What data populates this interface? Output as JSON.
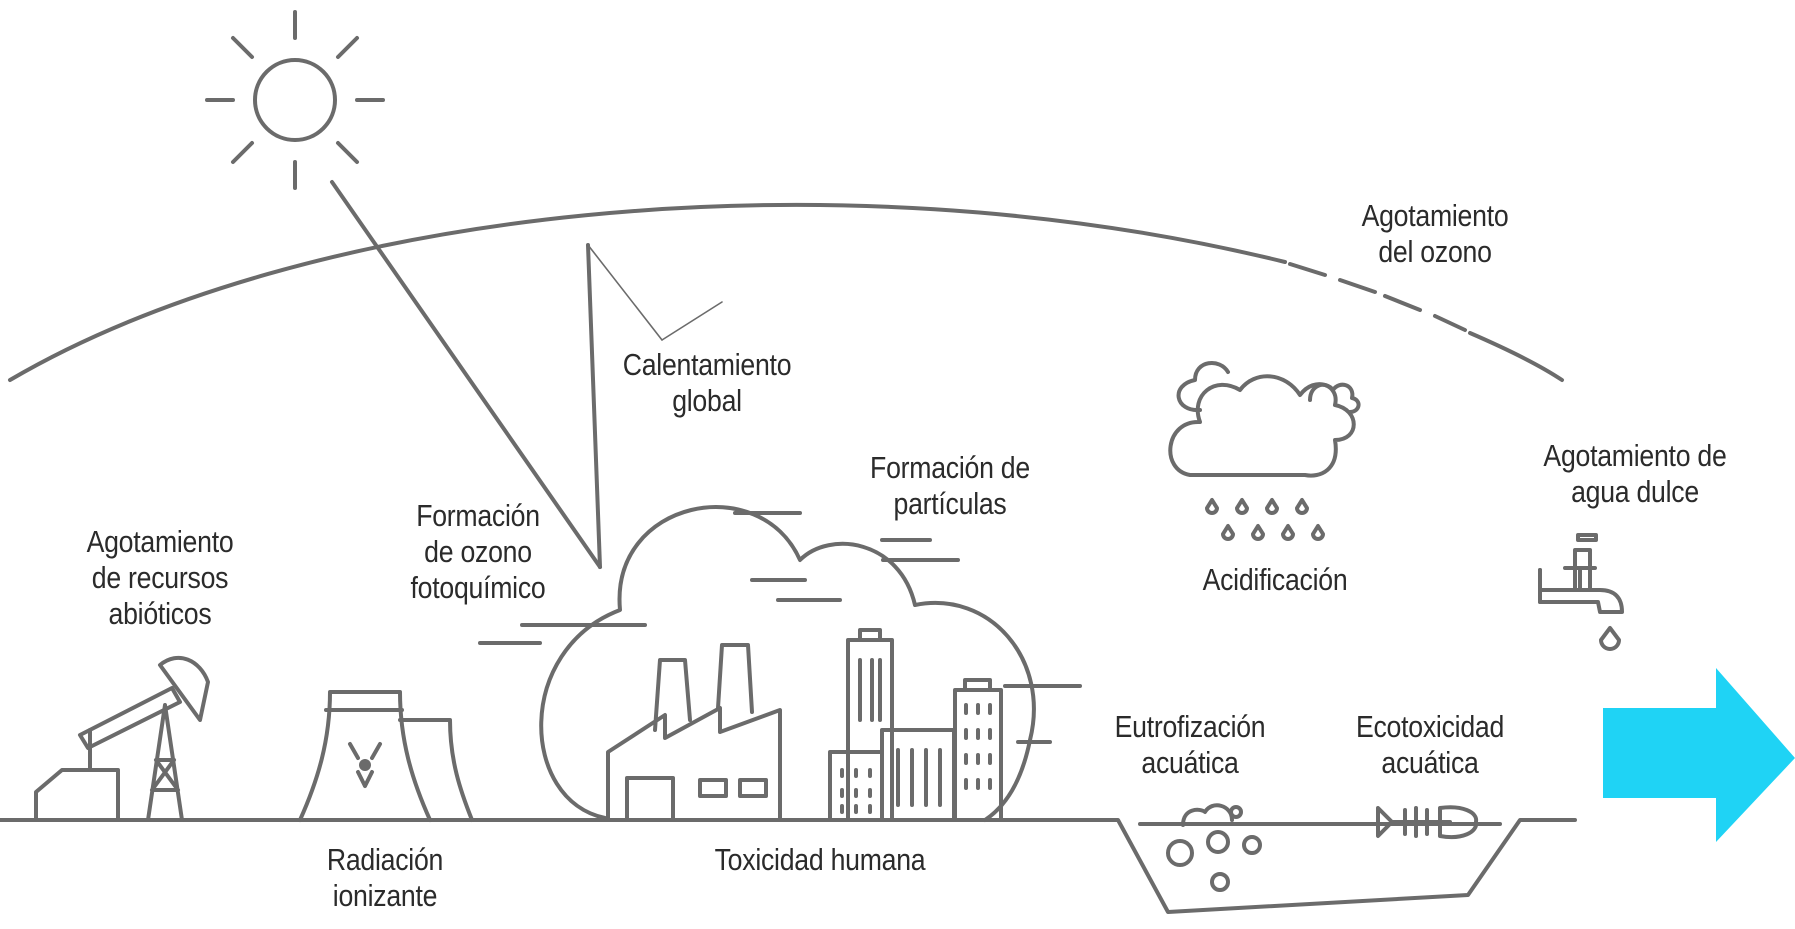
{
  "labels": {
    "ozone_depletion": [
      "Agotamiento",
      "del ozono"
    ],
    "global_warming": [
      "Calentamiento",
      "global"
    ],
    "particulate_formation": [
      "Formación de",
      "partículas"
    ],
    "photochemical_ozone": [
      "Formación",
      "de ozono",
      "fotoquímico"
    ],
    "abiotic_depletion": [
      "Agotamiento",
      "de recursos",
      "abióticos"
    ],
    "acidification": [
      "Acidificación"
    ],
    "water_depletion": [
      "Agotamiento de",
      "agua dulce"
    ],
    "eutrophication": [
      "Eutrofización",
      "acuática"
    ],
    "ecotoxicity": [
      "Ecotoxicidad",
      "acuática"
    ],
    "ionizing_radiation": [
      "Radiación",
      "ionizante"
    ],
    "human_toxicity": [
      "Toxicidad humana"
    ]
  },
  "colors": {
    "line": "#6b6b6b",
    "arrow": "#1fd3f5",
    "text": "#2b2b2b"
  },
  "icons": [
    "sun-icon",
    "oil-pump-icon",
    "cooling-tower-icon",
    "factory-icon",
    "city-buildings-icon",
    "rain-cloud-icon",
    "water-tap-icon",
    "fish-skeleton-icon",
    "next-arrow-icon"
  ]
}
